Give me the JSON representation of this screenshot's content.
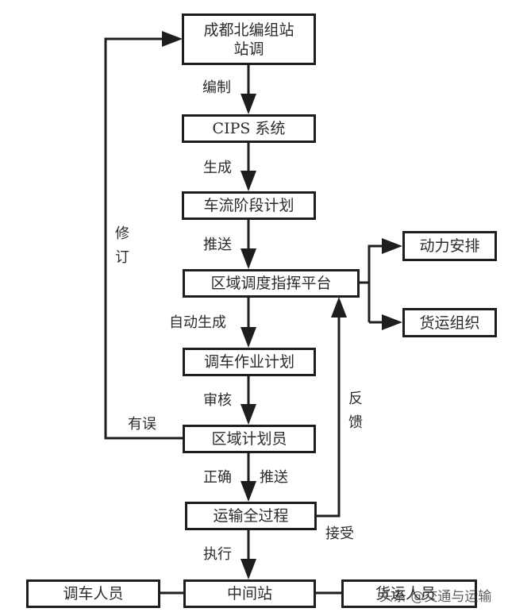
{
  "nodes": {
    "station_dispatch": {
      "line1": "成都北编组站",
      "line2": "站调"
    },
    "cips": "CIPS 系统",
    "flow_plan": "车流阶段计划",
    "platform": "区域调度指挥平台",
    "power": "动力安排",
    "freight_org": "货运组织",
    "shunting_plan": "调车作业计划",
    "planner": "区域计划员",
    "transport": "运输全过程",
    "shunting_staff": "调车人员",
    "middle_station": "中间站",
    "freight_staff": "货运人员"
  },
  "edges": {
    "compile": "编制",
    "generate": "生成",
    "push1": "推送",
    "auto_generate": "自动生成",
    "review": "审核",
    "error": "有误",
    "revise": "修订",
    "correct": "正确",
    "push2": "推送",
    "feedback": "反馈",
    "accept": "接受",
    "execute": "执行"
  },
  "watermark": "头条 @交通与运输",
  "colors": {
    "line": "#1e1e1e",
    "text": "#2b2b2b",
    "background": "#ffffff"
  }
}
